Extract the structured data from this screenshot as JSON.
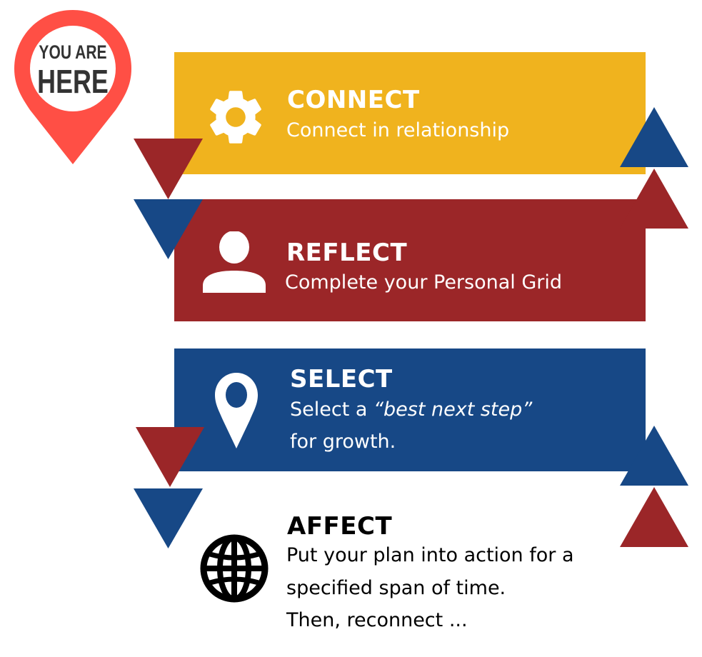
{
  "colors": {
    "yellow": "#F0B31E",
    "red": "#9B2628",
    "blue": "#174886",
    "pin_red": "#FF4F45",
    "pin_text": "#333333",
    "white": "#FFFFFF",
    "black": "#000000"
  },
  "marker": {
    "line1": "YOU ARE",
    "line2": "HERE",
    "icon": "map-pin-icon"
  },
  "steps": [
    {
      "title": "CONNECT",
      "description": "Connect in relationship",
      "icon": "gear-icon",
      "color": "#F0B31E"
    },
    {
      "title": "REFLECT",
      "description": "Complete your Personal Grid",
      "icon": "person-icon",
      "color": "#9B2628"
    },
    {
      "title": "SELECT",
      "description_prefix": "Select a ",
      "description_emphasis": "“best next step”",
      "description_line2": "for growth.",
      "icon": "location-pin-icon",
      "color": "#174886"
    },
    {
      "title": "AFFECT",
      "description_line1": "Put your plan into action for a",
      "description_line2": "specified span of time.",
      "description_line3": "Then, reconnect ...",
      "icon": "globe-icon",
      "color": "#000000"
    }
  ],
  "arrows": {
    "down": "triangle-down-icon",
    "up": "triangle-up-icon"
  }
}
